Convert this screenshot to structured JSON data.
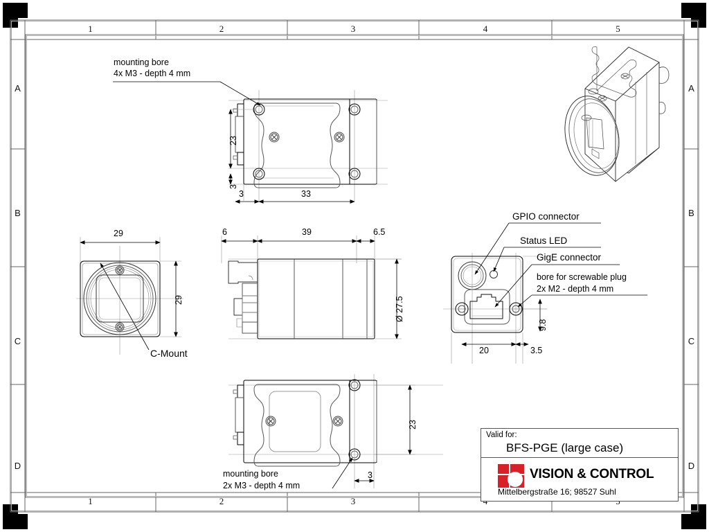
{
  "sheet": {
    "kind": "technical-drawing",
    "corner_marks": 4
  },
  "frame": {
    "column_labels": [
      "1",
      "2",
      "3",
      "4",
      "5"
    ],
    "row_labels": [
      "A",
      "B",
      "C",
      "D"
    ]
  },
  "annotations": {
    "top_view_bore_line1": "mounting bore",
    "top_view_bore_line2": "4x M3 - depth 4 mm",
    "bottom_view_bore_line1": "mounting bore",
    "bottom_view_bore_line2": "2x M3 - depth 4 mm",
    "front_mount": "C-Mount",
    "gpio": "GPIO connector",
    "status_led": "Status LED",
    "gige": "GigE connector",
    "screwplug_line1": "bore for screwable plug",
    "screwplug_line2": "2x M2 - depth 4 mm"
  },
  "dimensions": {
    "top_view": {
      "height_main": "23",
      "height_offset": "3",
      "x_offset": "3",
      "x_span": "33"
    },
    "front_view": {
      "width": "29",
      "height": "29"
    },
    "side_view": {
      "front_flange": "6",
      "body_length": "39",
      "rear_length": "6.5",
      "diameter": "Ø 27.5"
    },
    "rear_view": {
      "bore_spacing": "20",
      "edge_offset": "3.5",
      "bore_height": "9.8"
    },
    "bottom_view": {
      "height_main": "23",
      "x_offset": "3"
    }
  },
  "title_block": {
    "valid_for_label": "Valid for:",
    "valid_for_value": "BFS-PGE (large case)",
    "company": "VISION & CONTROL",
    "address": "Mittelbergstraße 16; 98527 Suhl",
    "logo_color": "#d82028"
  }
}
